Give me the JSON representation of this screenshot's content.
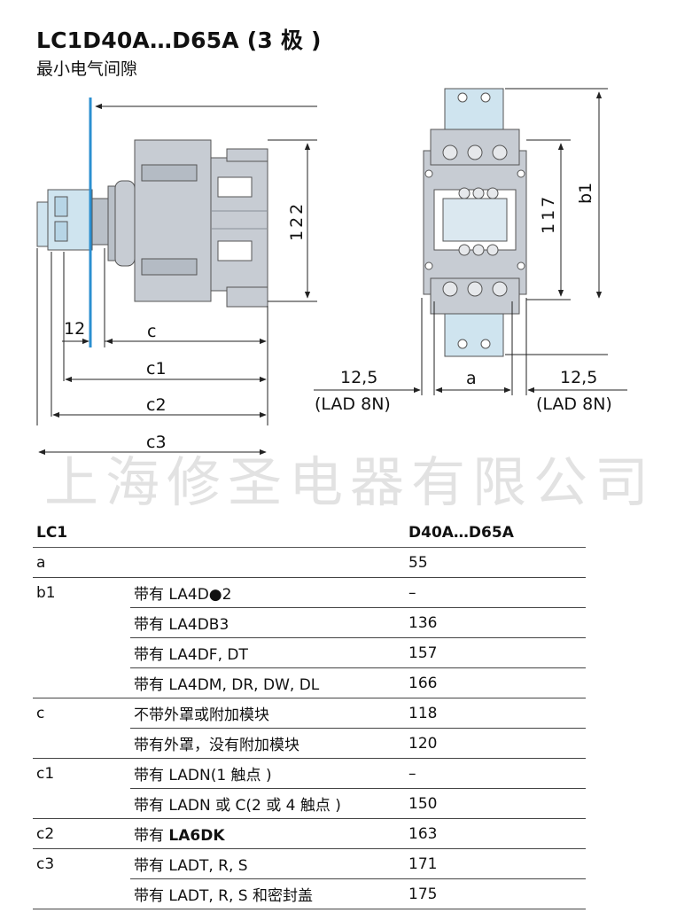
{
  "title": "LC1D40A…D65A (3 极 )",
  "subtitle": "最小电气间隙",
  "watermark": "上海修圣电器有限公司",
  "drawing": {
    "side_height": "122",
    "dim_12": "12",
    "dim_c": "c",
    "dim_c1": "c1",
    "dim_c2": "c2",
    "dim_c3": "c3",
    "front_b1": "b1",
    "front_117": "117",
    "dim_a": "a",
    "left_gap": "12,5",
    "left_gap_note": "(LAD 8N)",
    "right_gap": "12,5",
    "right_gap_note": "(LAD 8N)"
  },
  "table": {
    "header": [
      "LC1",
      "",
      "D40A…D65A"
    ],
    "rows": [
      {
        "param": "a",
        "cond": "",
        "value": "55"
      },
      {
        "param": "b1",
        "cond": "带有 LA4D●2",
        "value": "–"
      },
      {
        "param": "",
        "cond": "带有 LA4DB3",
        "value": "136"
      },
      {
        "param": "",
        "cond": "带有 LA4DF, DT",
        "value": "157"
      },
      {
        "param": "",
        "cond": "带有 LA4DM, DR, DW, DL",
        "value": "166"
      },
      {
        "param": "c",
        "cond": "不带外罩或附加模块",
        "value": "118"
      },
      {
        "param": "",
        "cond": "带有外罩，没有附加模块",
        "value": "120"
      },
      {
        "param": "c1",
        "cond": "带有 LADN(1 触点 )",
        "value": "–"
      },
      {
        "param": "",
        "cond": "带有 LADN 或 C(2 或 4 触点 )",
        "value": "150"
      },
      {
        "param": "c2",
        "cond_prefix": "带有 ",
        "cond_bold": "LA6DK",
        "value": "163"
      },
      {
        "param": "c3",
        "cond": "带有 LADT, R, S",
        "value": "171"
      },
      {
        "param": "",
        "cond": "带有 LADT, R, S 和密封盖",
        "value": "175"
      }
    ]
  },
  "colors": {
    "body": "#c7ccd3",
    "accent_blue": "#cfe4ef",
    "marker_line": "#2b8fd0",
    "line": "#333333"
  }
}
